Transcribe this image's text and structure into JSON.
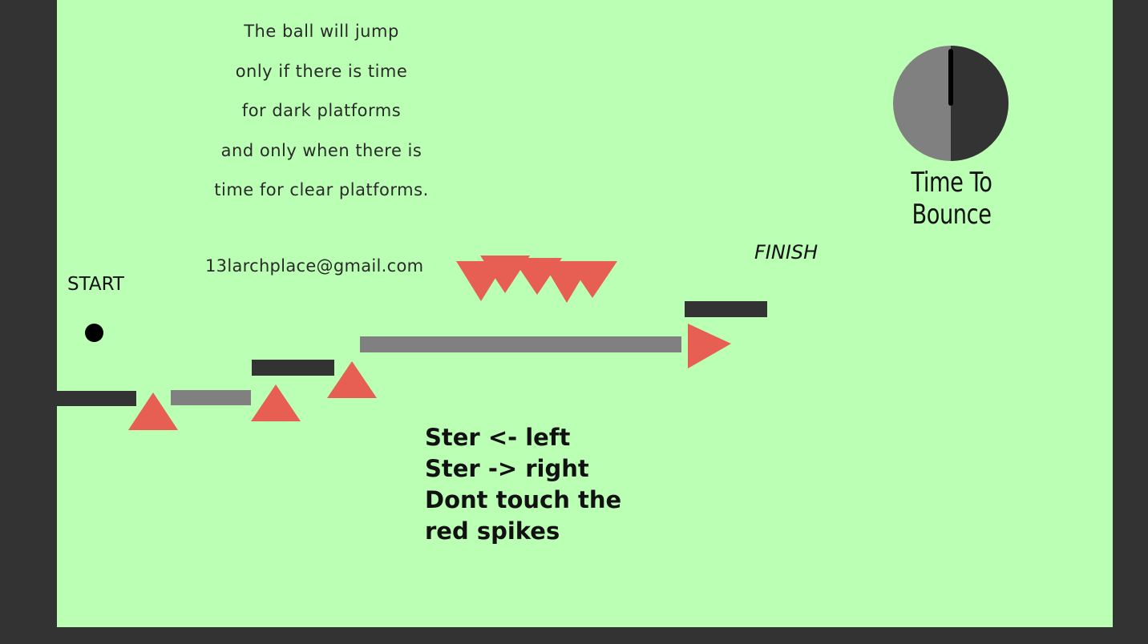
{
  "instructions": {
    "lines": [
      "The ball will jump",
      "only if there is time",
      "for dark platforms",
      "and only when there is",
      "time for clear platforms."
    ],
    "email": "13larchplace@gmail.com"
  },
  "labels": {
    "start": "START",
    "finish": "FINISH"
  },
  "controls": {
    "left": "Ster <- left",
    "right": "Ster -> right",
    "warning_line1": "Dont touch the",
    "warning_line2": "red spikes"
  },
  "timer": {
    "label": "Time To Bounce",
    "dark_fraction": 0.5
  },
  "colors": {
    "background": "#bbffb4",
    "frame": "#333333",
    "dark_platform": "#333333",
    "clear_platform": "#808080",
    "spike": "#e65f52",
    "timer_dark": "#333333",
    "timer_clear": "#808080",
    "ball": "#000000"
  }
}
